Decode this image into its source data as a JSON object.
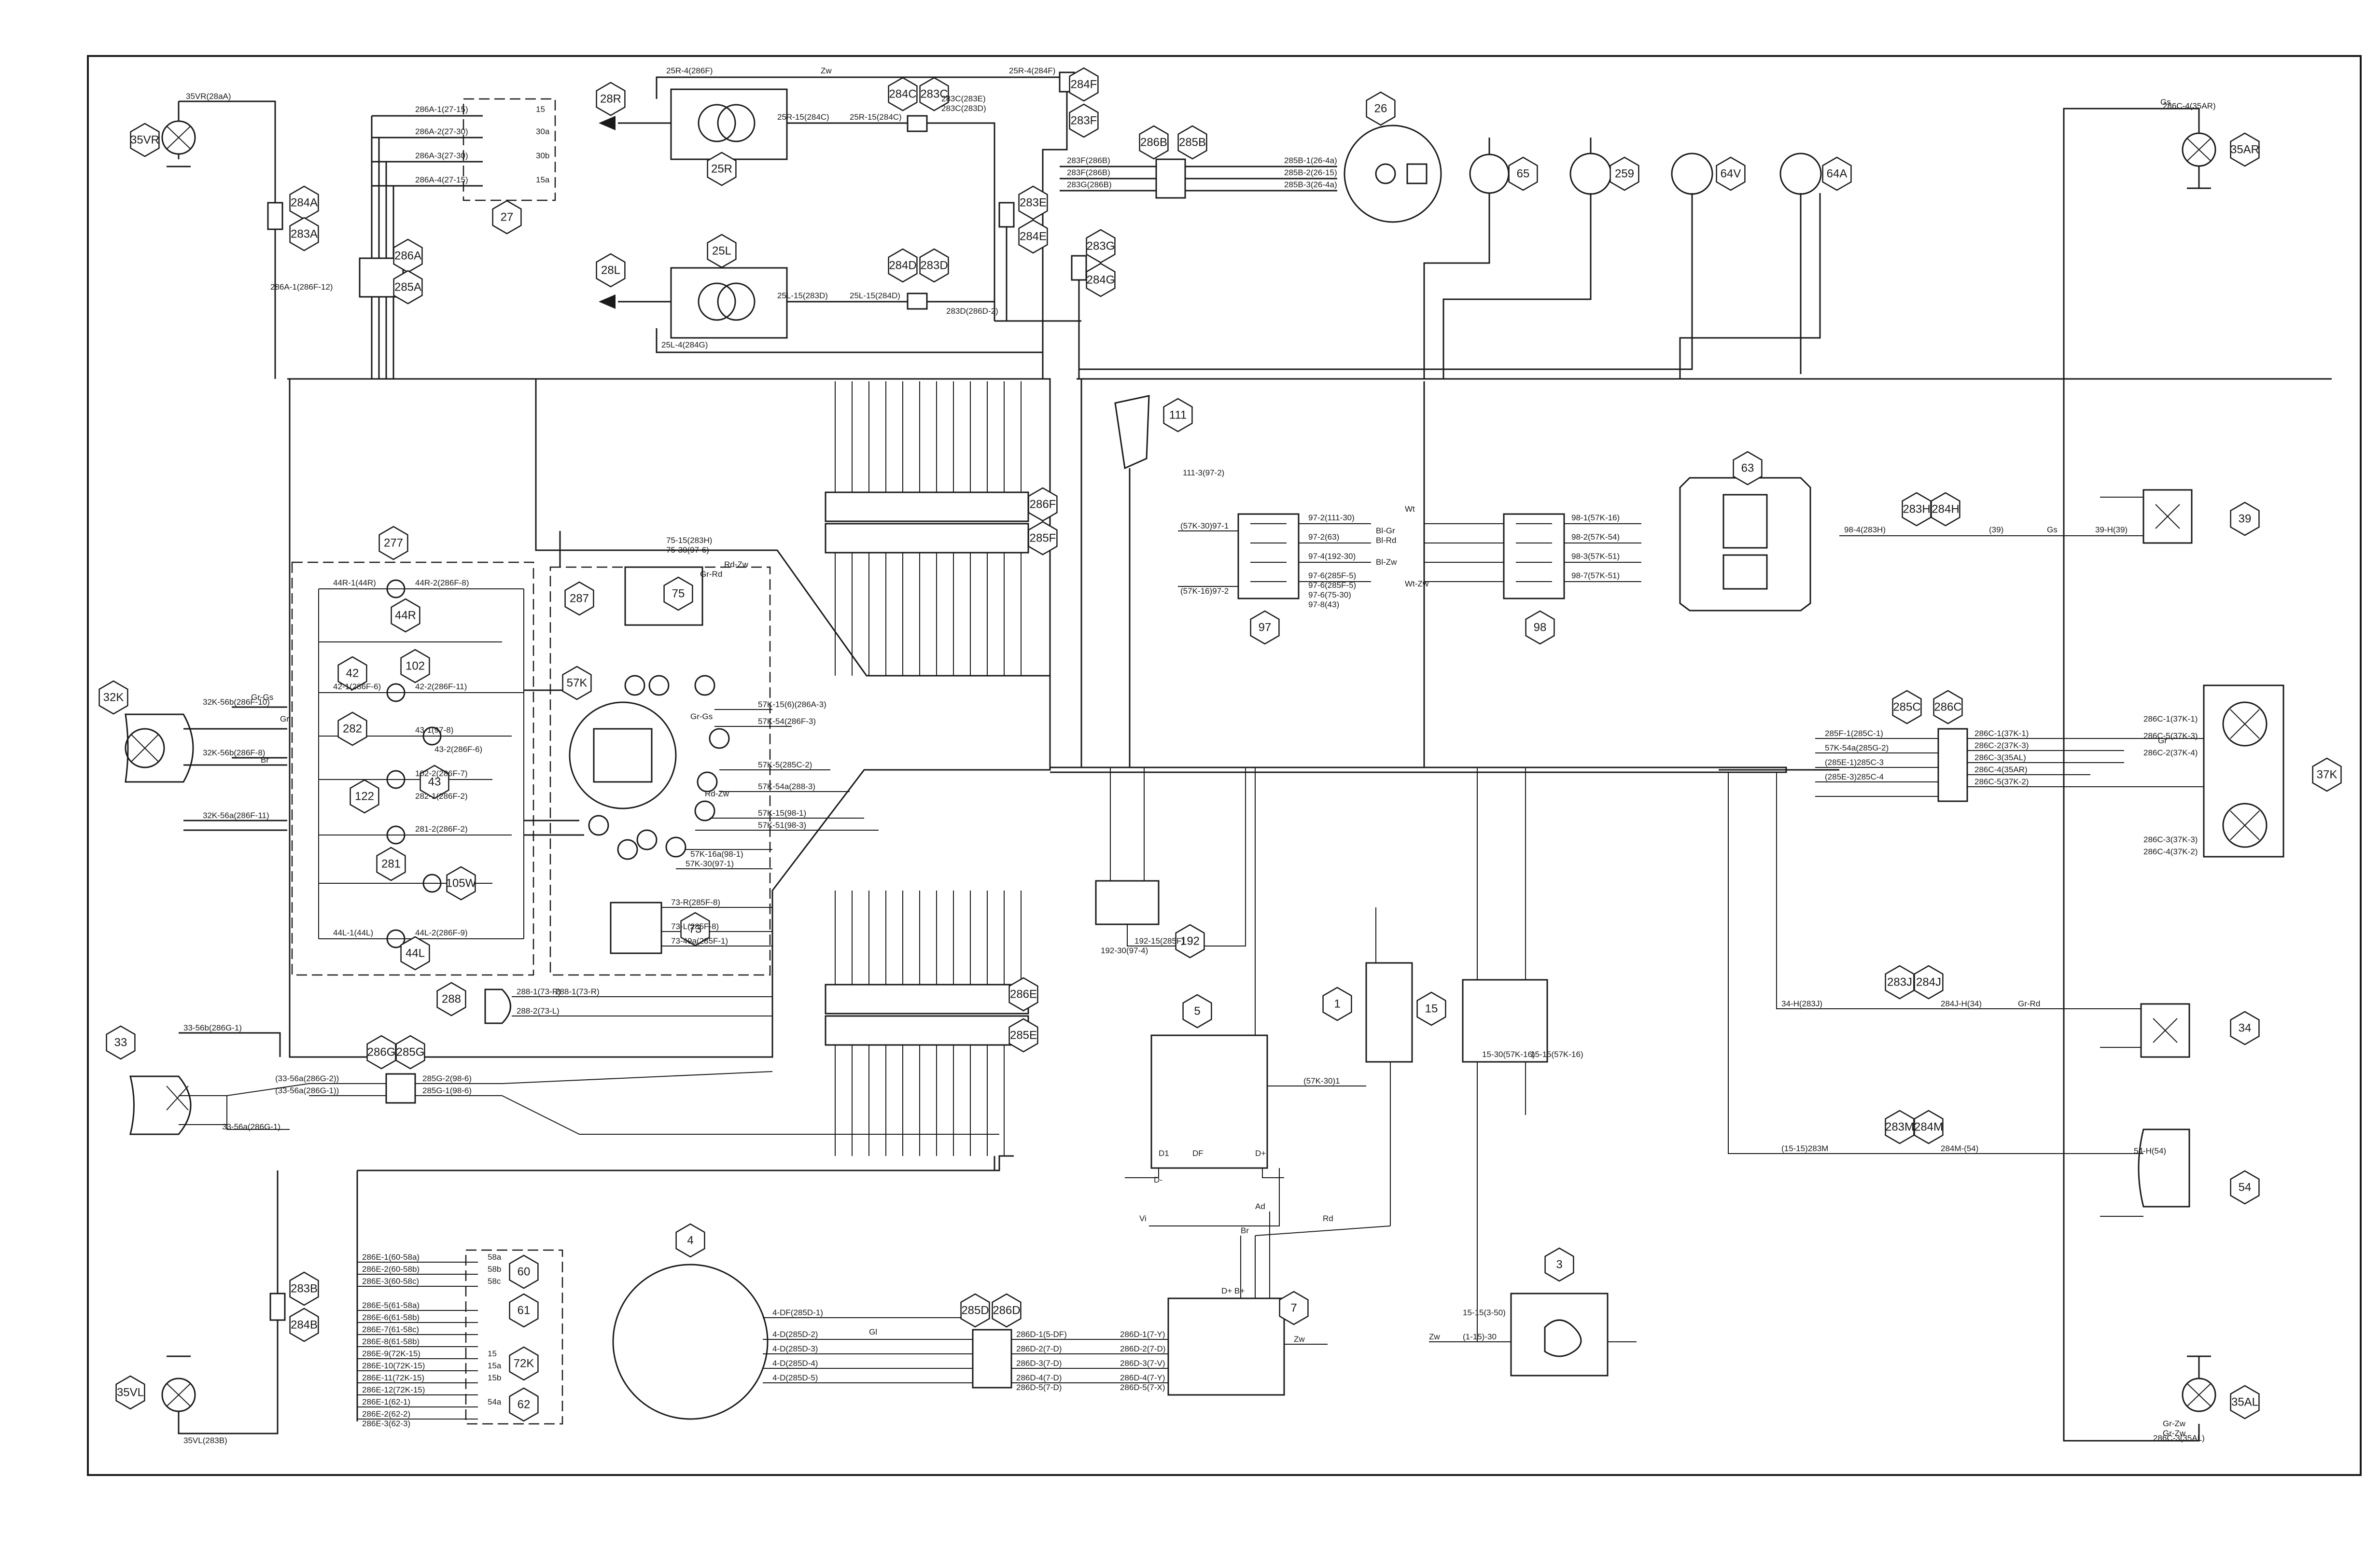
{
  "components": [
    {
      "id": "35VR"
    },
    {
      "id": "27"
    },
    {
      "id": "28R"
    },
    {
      "id": "25R"
    },
    {
      "id": "28L"
    },
    {
      "id": "25L"
    },
    {
      "id": "284C"
    },
    {
      "id": "283C"
    },
    {
      "id": "284D"
    },
    {
      "id": "283D"
    },
    {
      "id": "284F"
    },
    {
      "id": "283F"
    },
    {
      "id": "283E"
    },
    {
      "id": "284E"
    },
    {
      "id": "283G"
    },
    {
      "id": "284G"
    },
    {
      "id": "286B"
    },
    {
      "id": "285B"
    },
    {
      "id": "26"
    },
    {
      "id": "65"
    },
    {
      "id": "259"
    },
    {
      "id": "64V"
    },
    {
      "id": "64A"
    },
    {
      "id": "35AR"
    },
    {
      "id": "284A"
    },
    {
      "id": "283A"
    },
    {
      "id": "286A"
    },
    {
      "id": "285A"
    },
    {
      "id": "111"
    },
    {
      "id": "286F"
    },
    {
      "id": "285F"
    },
    {
      "id": "63"
    },
    {
      "id": "283H"
    },
    {
      "id": "284H"
    },
    {
      "id": "39"
    },
    {
      "id": "277"
    },
    {
      "id": "44R"
    },
    {
      "id": "287"
    },
    {
      "id": "75"
    },
    {
      "id": "57K"
    },
    {
      "id": "97"
    },
    {
      "id": "98"
    },
    {
      "id": "32K"
    },
    {
      "id": "102"
    },
    {
      "id": "42"
    },
    {
      "id": "282"
    },
    {
      "id": "122"
    },
    {
      "id": "43"
    },
    {
      "id": "281"
    },
    {
      "id": "105W"
    },
    {
      "id": "44L"
    },
    {
      "id": "285C"
    },
    {
      "id": "286C"
    },
    {
      "id": "37K"
    },
    {
      "id": "73"
    },
    {
      "id": "192"
    },
    {
      "id": "288"
    },
    {
      "id": "286E"
    },
    {
      "id": "285E"
    },
    {
      "id": "1"
    },
    {
      "id": "15"
    },
    {
      "id": "283J"
    },
    {
      "id": "284J"
    },
    {
      "id": "34"
    },
    {
      "id": "33"
    },
    {
      "id": "286G"
    },
    {
      "id": "285G"
    },
    {
      "id": "5"
    },
    {
      "id": "283M"
    },
    {
      "id": "284M"
    },
    {
      "id": "54"
    },
    {
      "id": "4"
    },
    {
      "id": "60"
    },
    {
      "id": "61"
    },
    {
      "id": "72K"
    },
    {
      "id": "62"
    },
    {
      "id": "285D"
    },
    {
      "id": "286D"
    },
    {
      "id": "7"
    },
    {
      "id": "3"
    },
    {
      "id": "283B"
    },
    {
      "id": "284B"
    },
    {
      "id": "35VL"
    },
    {
      "id": "35AL"
    }
  ],
  "wire_labels": [
    {
      "text": "35VR(28aA)"
    },
    {
      "text": "25R-4(286F)"
    },
    {
      "text": "Zw"
    },
    {
      "text": "25R-4(284F)"
    },
    {
      "text": "25R-15(284C)"
    },
    {
      "text": "25R-15(284C)"
    },
    {
      "text": "283C(283E)"
    },
    {
      "text": "283C(283D)"
    },
    {
      "text": "25L-15(283D)"
    },
    {
      "text": "25L-15(284D)"
    },
    {
      "text": "283D(286D-2)"
    },
    {
      "text": "25L-4(284G)"
    },
    {
      "text": "285B-1(26-4a)"
    },
    {
      "text": "285B-2(26-15)"
    },
    {
      "text": "285B-3(26-4a)"
    },
    {
      "text": "283F(286B)"
    },
    {
      "text": "283F(286B)"
    },
    {
      "text": "283G(286B)"
    },
    {
      "text": "286A-1(27-15)"
    },
    {
      "text": "286A-2(27-30)"
    },
    {
      "text": "286A-3(27-30)"
    },
    {
      "text": "286A-4(27-15)"
    },
    {
      "text": "15"
    },
    {
      "text": "30a"
    },
    {
      "text": "30b"
    },
    {
      "text": "15a"
    },
    {
      "text": "111-3(97-2)"
    },
    {
      "text": "(57K-30)97-1"
    },
    {
      "text": "(57K-16)97-2"
    },
    {
      "text": "97-2(111-30)"
    },
    {
      "text": "97-2(63)"
    },
    {
      "text": "97-4(192-30)"
    },
    {
      "text": "97-6(285F-5)"
    },
    {
      "text": "97-6(285F-5)"
    },
    {
      "text": "97-6(75-30)"
    },
    {
      "text": "97-8(43)"
    },
    {
      "text": "98-1(57K-16)"
    },
    {
      "text": "98-2(57K-54)"
    },
    {
      "text": "98-3(57K-51)"
    },
    {
      "text": "98-7(57K-51)"
    },
    {
      "text": "98-4(283H)"
    },
    {
      "text": "(39)"
    },
    {
      "text": "Gs"
    },
    {
      "text": "39-H(39)"
    },
    {
      "text": "32K-56b(286F-10)"
    },
    {
      "text": "32K-56b(286F-8)"
    },
    {
      "text": "32K-56a(286F-11)"
    },
    {
      "text": "Gr-Gs"
    },
    {
      "text": "Gr"
    },
    {
      "text": "Br"
    },
    {
      "text": "44R-1(44R)"
    },
    {
      "text": "44R-2(286F-8)"
    },
    {
      "text": "42-2(286F-11)"
    },
    {
      "text": "42-1(286F-6)"
    },
    {
      "text": "43-1(97-8)"
    },
    {
      "text": "43-2(286F-6)"
    },
    {
      "text": "102-2(286F-7)"
    },
    {
      "text": "282-1(286F-2)"
    },
    {
      "text": "281-2(286F-2)"
    },
    {
      "text": "44L-2(286F-9)"
    },
    {
      "text": "44L-1(44L)"
    },
    {
      "text": "75-15(283H)"
    },
    {
      "text": "75-30(97-6)"
    },
    {
      "text": "Gr-Rd"
    },
    {
      "text": "Rd-Zw"
    },
    {
      "text": "57K-15(6)(286A-3)"
    },
    {
      "text": "57K-54(286F-3)"
    },
    {
      "text": "57K-5(285C-2)"
    },
    {
      "text": "57K-54a(288-3)"
    },
    {
      "text": "57K-15(98-1)"
    },
    {
      "text": "57K-51(98-3)"
    },
    {
      "text": "57K-16a(98-1)"
    },
    {
      "text": "57K-30(97-1)"
    },
    {
      "text": "73-R(285F-8)"
    },
    {
      "text": "73-L(285F-8)"
    },
    {
      "text": "73-49a(285F-1)"
    },
    {
      "text": "288-1(73-R)"
    },
    {
      "text": "288-2(73-L)"
    },
    {
      "text": "288-1(73-R)"
    },
    {
      "text": "285F-1(285C-1)"
    },
    {
      "text": "57K-54a(285G-2)"
    },
    {
      "text": "(285E-1)285C-3"
    },
    {
      "text": "(285E-3)285C-4"
    },
    {
      "text": "286C-1(37K-1)"
    },
    {
      "text": "286C-2(37K-3)"
    },
    {
      "text": "286C-3(35AL)"
    },
    {
      "text": "286C-4(35AR)"
    },
    {
      "text": "286C-5(37K-2)"
    },
    {
      "text": "286C-1(37K-1)"
    },
    {
      "text": "286C-5(37K-3)"
    },
    {
      "text": "286C-2(37K-4)"
    },
    {
      "text": "286C-3(37K-3)"
    },
    {
      "text": "286C-4(37K-2)"
    },
    {
      "text": "33-56b(286G-1)"
    },
    {
      "text": "(33-56a(286G-2))"
    },
    {
      "text": "(33-56a(286G-1))"
    },
    {
      "text": "285G-2(98-6)"
    },
    {
      "text": "285G-1(98-6)"
    },
    {
      "text": "33-56a(286G-1)"
    },
    {
      "text": "34-H(283J)"
    },
    {
      "text": "284J-H(34)"
    },
    {
      "text": "Gr-Rd"
    },
    {
      "text": "(15-15)283M"
    },
    {
      "text": "284M-(54)"
    },
    {
      "text": "54-H(54)"
    },
    {
      "text": "192-30(97-4)"
    },
    {
      "text": "192-15(285F)"
    },
    {
      "text": "4-DF(285D-1)"
    },
    {
      "text": "4-D(285D-2)"
    },
    {
      "text": "4-D(285D-3)"
    },
    {
      "text": "4-D(285D-4)"
    },
    {
      "text": "4-D(285D-5)"
    },
    {
      "text": "286D-1(5-DF)"
    },
    {
      "text": "286D-2(7-D)"
    },
    {
      "text": "286D-3(7-D)"
    },
    {
      "text": "286D-4(7-D)"
    },
    {
      "text": "286D-5(7-D)"
    },
    {
      "text": "286D-1(7-Y)"
    },
    {
      "text": "286D-2(7-D)"
    },
    {
      "text": "286D-3(7-V)"
    },
    {
      "text": "286D-4(7-Y)"
    },
    {
      "text": "286D-5(7-X)"
    },
    {
      "text": "Vi"
    },
    {
      "text": "Gl"
    },
    {
      "text": "Zw"
    },
    {
      "text": "Br"
    },
    {
      "text": "Rd"
    },
    {
      "text": "Ad"
    },
    {
      "text": "D1"
    },
    {
      "text": "DF"
    },
    {
      "text": "D+"
    },
    {
      "text": "D-"
    },
    {
      "text": "D+ B+"
    },
    {
      "text": "15-15(3-50)"
    },
    {
      "text": "(1-15)-30"
    },
    {
      "text": "Zw"
    },
    {
      "text": "(57K-30)1"
    },
    {
      "text": "15-30(57K-16)"
    },
    {
      "text": "15-15(57K-16)"
    },
    {
      "text": "286E-1(60-58a)"
    },
    {
      "text": "286E-2(60-58b)"
    },
    {
      "text": "286E-3(60-58c)"
    },
    {
      "text": "286E-5(61-58a)"
    },
    {
      "text": "286E-6(61-58b)"
    },
    {
      "text": "286E-7(61-58c)"
    },
    {
      "text": "286E-8(61-58b)"
    },
    {
      "text": "286E-9(72K-15)"
    },
    {
      "text": "286E-10(72K-15)"
    },
    {
      "text": "286E-11(72K-15)"
    },
    {
      "text": "286E-12(72K-15)"
    },
    {
      "text": "286E-1(62-1)"
    },
    {
      "text": "286E-2(62-2)"
    },
    {
      "text": "286E-3(62-3)"
    },
    {
      "text": "58a"
    },
    {
      "text": "58b"
    },
    {
      "text": "58c"
    },
    {
      "text": "15"
    },
    {
      "text": "15a"
    },
    {
      "text": "15b"
    },
    {
      "text": "54a"
    },
    {
      "text": "35VL(283B)"
    },
    {
      "text": "286A-1(286F-12)"
    },
    {
      "text": "Gr-Zw"
    },
    {
      "text": "Gs"
    },
    {
      "text": "Gr"
    },
    {
      "text": "286C-4(35AR)"
    },
    {
      "text": "286C-3(35AL)"
    },
    {
      "text": "Gr-Zw"
    },
    {
      "text": "Bl-Gr"
    },
    {
      "text": "Bl-Zw"
    },
    {
      "text": "Bl-Rd"
    },
    {
      "text": "Wt"
    },
    {
      "text": "Wt-Zw"
    },
    {
      "text": "Gr-Gs"
    },
    {
      "text": "Rd-Zw"
    }
  ]
}
